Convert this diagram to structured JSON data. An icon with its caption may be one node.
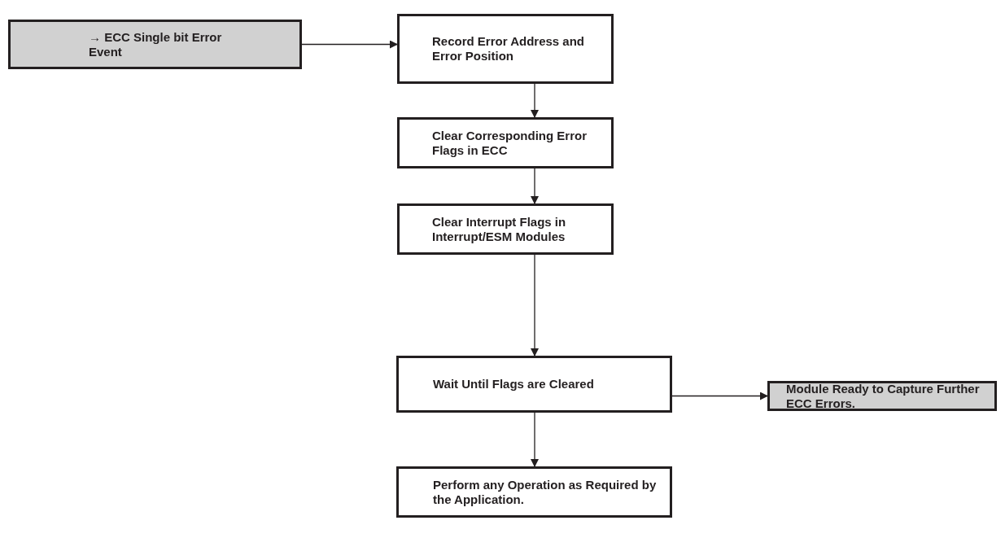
{
  "diagram": {
    "nodes": [
      {
        "text": [
          "→ ECC Single bit Error Event"
        ]
      },
      {
        "text": [
          "Record Error Address and Error Position"
        ]
      },
      {
        "text": [
          "Clear Corresponding Error Flags in ECC"
        ]
      },
      {
        "text": [
          "Clear Interrupt Flags in Interrupt/ESM Modules"
        ]
      },
      {
        "text": [
          "Wait Until Flags are Cleared"
        ]
      },
      {
        "text": [
          "Module Ready to Capture Further ECC Errors."
        ]
      },
      {
        "text": [
          "Perform any Operation as Required by the Application."
        ]
      }
    ],
    "edges": [
      {
        "from": 0,
        "to": 1,
        "arrow": "to"
      },
      {
        "from": 1,
        "to": 2,
        "arrow": "to"
      },
      {
        "from": 2,
        "to": 3,
        "arrow": "to"
      },
      {
        "from": 3,
        "to": 4,
        "arrow": "to"
      },
      {
        "from": 4,
        "to": 5,
        "arrow": "to"
      },
      {
        "from": 4,
        "to": 6,
        "arrow": "to"
      }
    ]
  }
}
